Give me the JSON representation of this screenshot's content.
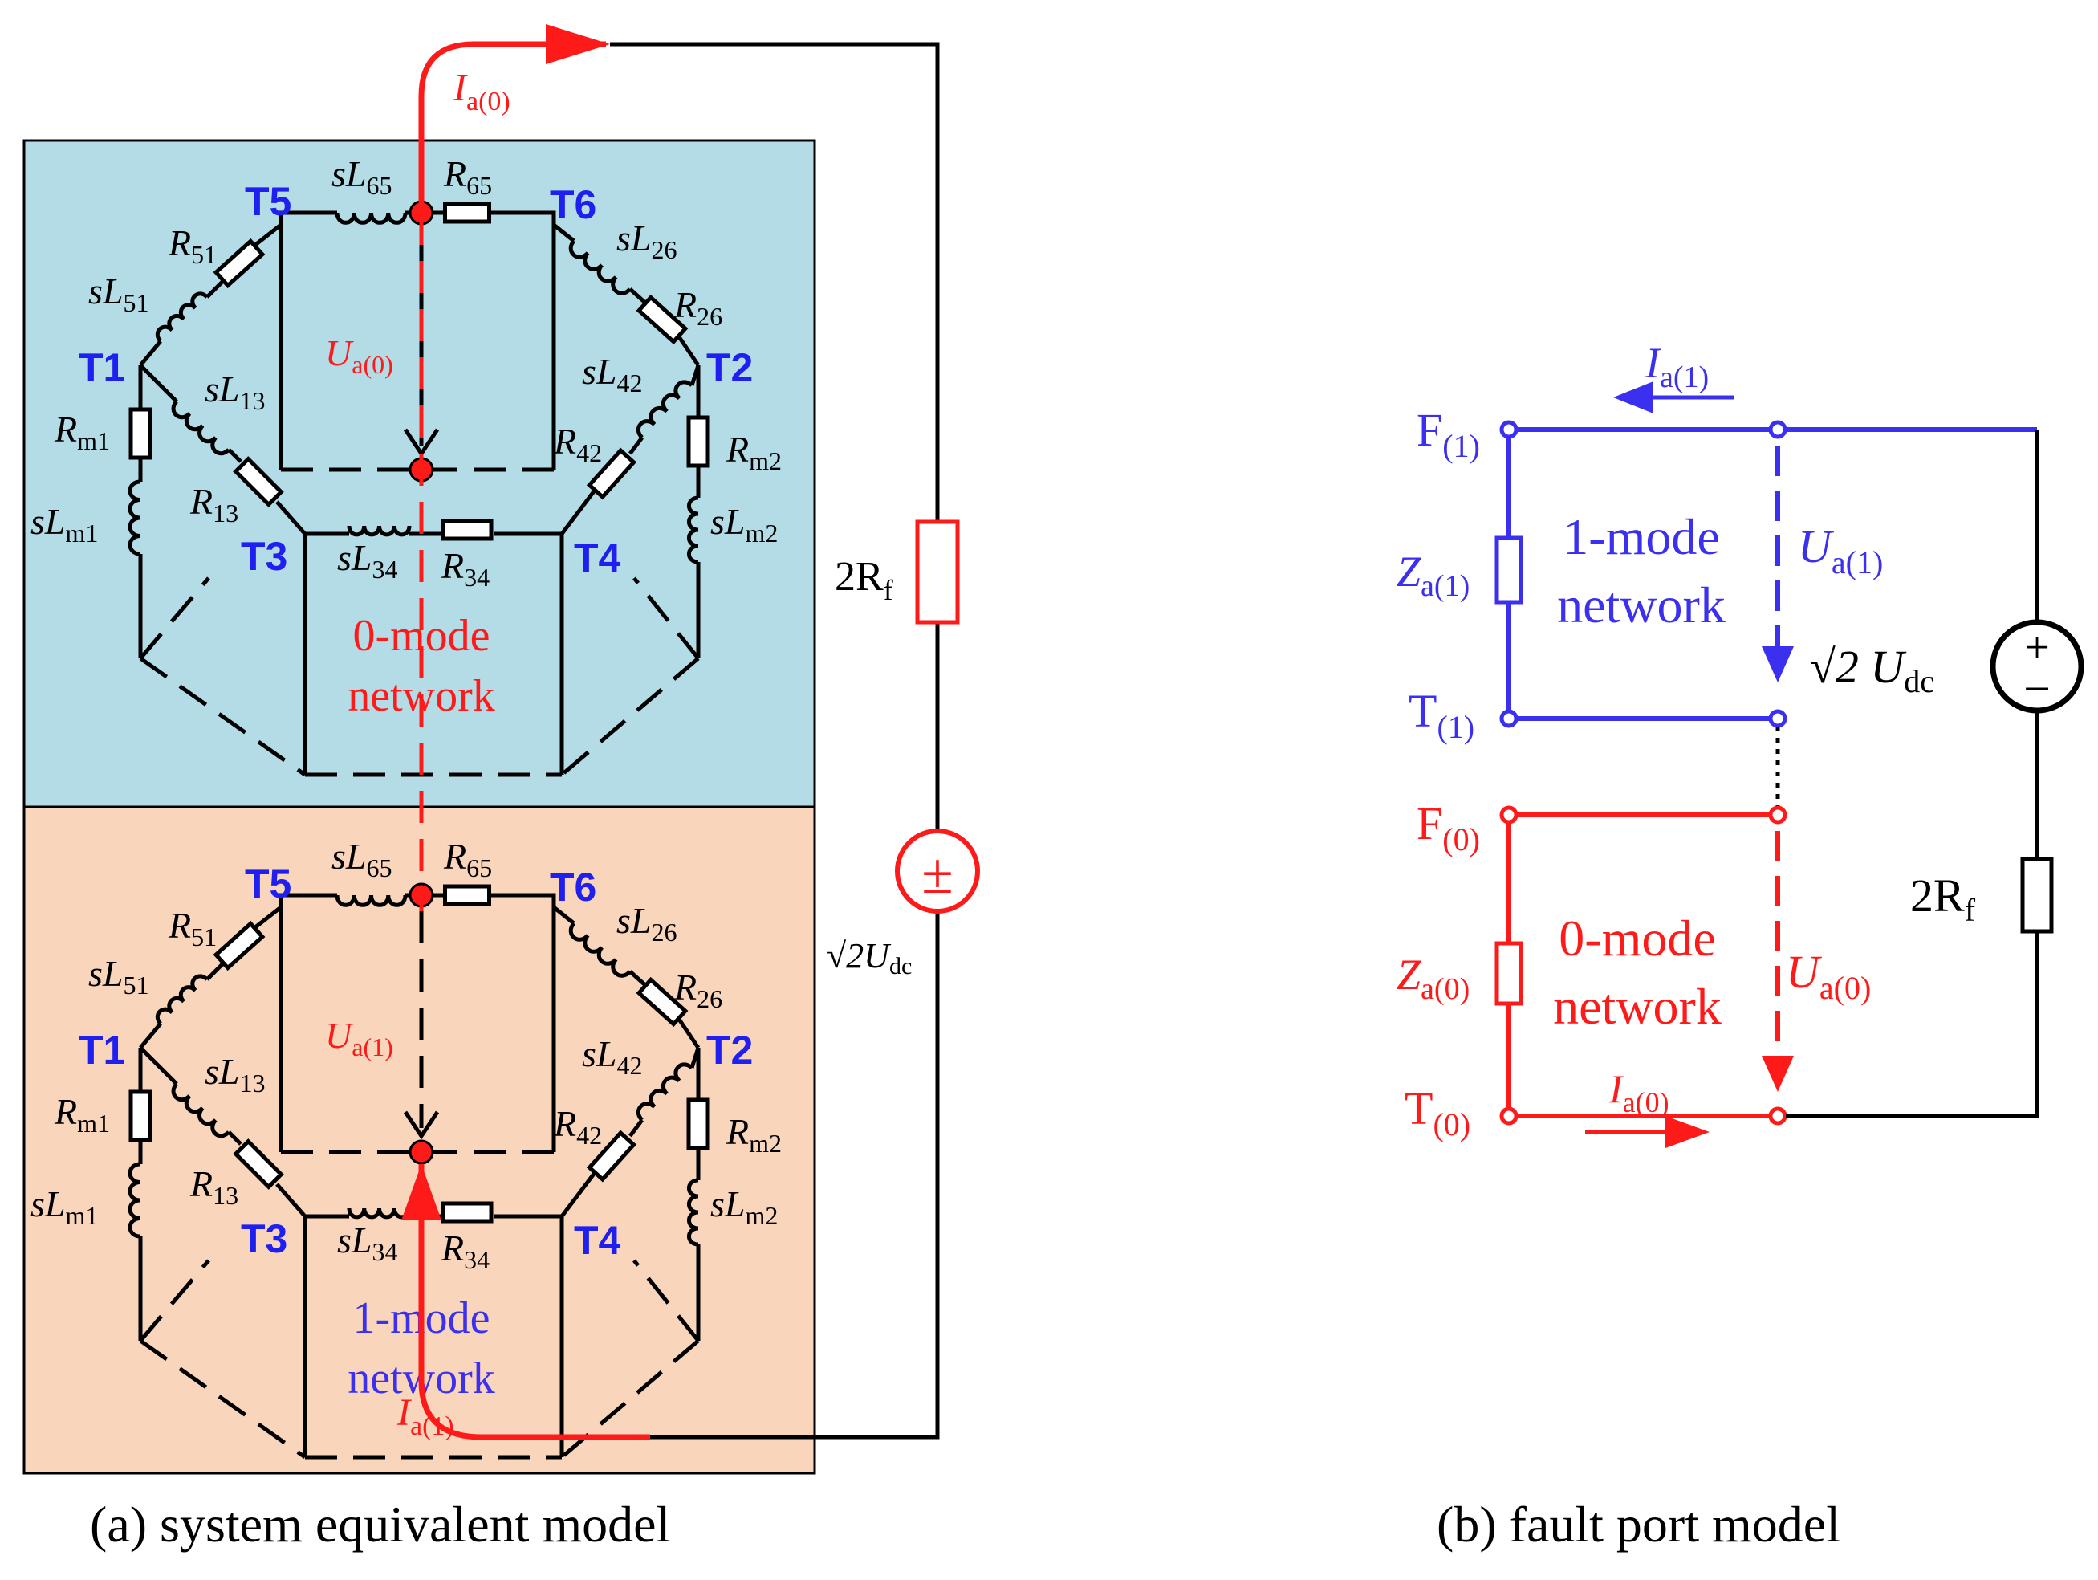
{
  "colors": {
    "panel_top": "#b3dce6",
    "panel_bottom": "#f8d5bb",
    "terminal_blue": "#1f1ff0",
    "mode1_blue": "#3b2ff0",
    "mode0_red": "#ff1a1a",
    "wire": "#000000"
  },
  "panel_a": {
    "caption": "(a) system equivalent model",
    "top_network": {
      "terminals": {
        "t1": "T1",
        "t2": "T2",
        "t3": "T3",
        "t4": "T4",
        "t5": "T5",
        "t6": "T6"
      },
      "labels": {
        "r51": "R",
        "r51_sub": "51",
        "sl51": "sL",
        "sl51_sub": "51",
        "sl65": "sL",
        "sl65_sub": "65",
        "r65": "R",
        "r65_sub": "65",
        "sl26": "sL",
        "sl26_sub": "26",
        "r26": "R",
        "r26_sub": "26",
        "sl13": "sL",
        "sl13_sub": "13",
        "r13": "R",
        "r13_sub": "13",
        "sl42": "sL",
        "sl42_sub": "42",
        "r42": "R",
        "r42_sub": "42",
        "rm1": "R",
        "rm1_sub": "m1",
        "slm1": "sL",
        "slm1_sub": "m1",
        "rm2": "R",
        "rm2_sub": "m2",
        "slm2": "sL",
        "slm2_sub": "m2",
        "sl34": "sL",
        "sl34_sub": "34",
        "r34": "R",
        "r34_sub": "34"
      },
      "voltage": "U",
      "voltage_sub": "a(0)",
      "network_line1": "0-mode",
      "network_line2": "network"
    },
    "bottom_network": {
      "terminals": {
        "t1": "T1",
        "t2": "T2",
        "t3": "T3",
        "t4": "T4",
        "t5": "T5",
        "t6": "T6"
      },
      "labels": {
        "r51": "R",
        "r51_sub": "51",
        "sl51": "sL",
        "sl51_sub": "51",
        "sl65": "sL",
        "sl65_sub": "65",
        "r65": "R",
        "r65_sub": "65",
        "sl26": "sL",
        "sl26_sub": "26",
        "r26": "R",
        "r26_sub": "26",
        "sl13": "sL",
        "sl13_sub": "13",
        "r13": "R",
        "r13_sub": "13",
        "sl42": "sL",
        "sl42_sub": "42",
        "r42": "R",
        "r42_sub": "42",
        "rm1": "R",
        "rm1_sub": "m1",
        "slm1": "sL",
        "slm1_sub": "m1",
        "rm2": "R",
        "rm2_sub": "m2",
        "slm2": "sL",
        "slm2_sub": "m2",
        "sl34": "sL",
        "sl34_sub": "34",
        "r34": "R",
        "r34_sub": "34"
      },
      "voltage": "U",
      "voltage_sub": "a(1)",
      "network_line1": "1-mode",
      "network_line2": "network"
    },
    "current_top": "I",
    "current_top_sub": "a(0)",
    "current_bottom": "I",
    "current_bottom_sub": "a(1)",
    "fault_resistor": "2R",
    "fault_resistor_sub": "f",
    "source": "√2U",
    "source_sub": "dc",
    "source_symbol": "±"
  },
  "panel_b": {
    "caption": "(b) fault port model",
    "f1": "F",
    "f1_sub": "(1)",
    "t1": "T",
    "t1_sub": "(1)",
    "f0": "F",
    "f0_sub": "(0)",
    "t0": "T",
    "t0_sub": "(0)",
    "z1": "Z",
    "z1_sub": "a(1)",
    "z0": "Z",
    "z0_sub": "a(0)",
    "net1_line1": "1-mode",
    "net1_line2": "network",
    "net0_line1": "0-mode",
    "net0_line2": "network",
    "i1": "I",
    "i1_sub": "a(1)",
    "i0": "I",
    "i0_sub": "a(0)",
    "u1": "U",
    "u1_sub": "a(1)",
    "u0": "U",
    "u0_sub": "a(0)",
    "source": "√2 U",
    "source_sub": "dc",
    "source_plus": "+",
    "source_minus": "−",
    "fault_resistor": "2R",
    "fault_resistor_sub": "f"
  }
}
